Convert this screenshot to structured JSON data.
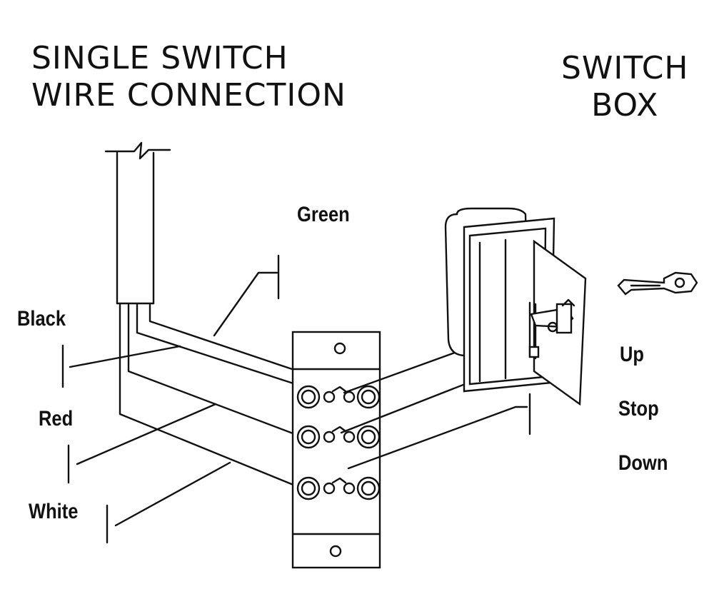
{
  "titles": {
    "left_line1": "SINGLE SWITCH",
    "left_line2": "WIRE CONNECTION",
    "right_line1": "SWITCH",
    "right_line2": "BOX"
  },
  "wire_labels": {
    "green": "Green",
    "black": "Black",
    "red": "Red",
    "white": "White"
  },
  "position_labels": {
    "up": "Up",
    "stop": "Stop",
    "down": "Down"
  },
  "icons": [
    "key-icon",
    "switch-box-icon",
    "terminal-block-icon"
  ]
}
